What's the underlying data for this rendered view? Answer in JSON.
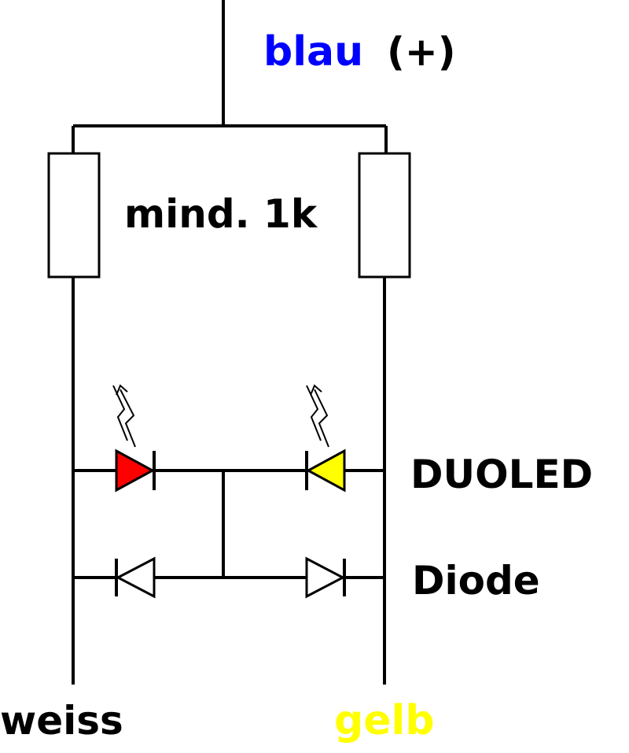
{
  "labels": {
    "supply": "blau",
    "supply_sign": "(+)",
    "resistor": "mind. 1k",
    "duoled": "DUOLED",
    "diode": "Diode",
    "left_out": "weiss",
    "right_out": "gelb"
  },
  "colors": {
    "supply": "#0000ff",
    "right_out": "#ffff00",
    "led_left_fill": "#ff0000",
    "led_right_fill": "#ffff00",
    "wire": "#000000"
  }
}
